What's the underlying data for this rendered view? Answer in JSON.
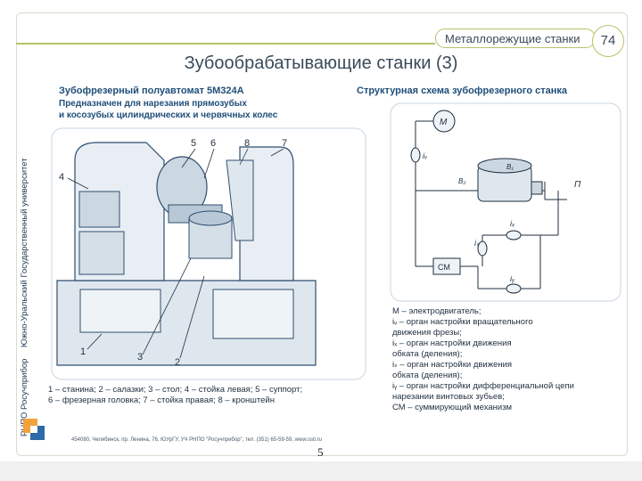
{
  "header": {
    "section": "Металлорежущие станки",
    "page_number": "74",
    "title": "Зубообрабатывающие станки (3)"
  },
  "sidebar": {
    "university": "Южно-Уральский Государственный университет",
    "publisher": "РНПО Росучприбор"
  },
  "left": {
    "heading": "Зубофрезерный полуавтомат 5М324А",
    "subtitle_1": "Предназначен для нарезания прямозубых",
    "subtitle_2": "и косозубых цилиндрических и червячных колес",
    "callouts": [
      "1",
      "2",
      "3",
      "4",
      "5",
      "6",
      "7",
      "8"
    ],
    "caption_1": "1 – станина; 2 – салазки; 3 – стол; 4 – стойка левая; 5 – суппорт;",
    "caption_2": "6 – фрезерная головка; 7 – стойка правая; 8 – кронштейн"
  },
  "right": {
    "heading": "Структурная схема зубофрезерного станка",
    "motor_label": "М",
    "cm_label": "СМ",
    "labels": {
      "iv": "iᵥ",
      "ix": "iₓ",
      "is": "iₛ",
      "iy": "iᵧ",
      "b1": "B₁",
      "b2": "B₂",
      "p": "П"
    },
    "legend": [
      "М – электродвигатель;",
      "iᵥ – орган настройки вращательного",
      "движения фрезы;",
      "iₓ – орган настройки движения",
      "обката (деления);",
      "iₛ – орган настройки движения",
      "обката (деления);",
      "iᵧ – орган настройки дифференциальной цепи",
      "нарезании винтовых зубьев;",
      "СМ – суммирующий механизм"
    ]
  },
  "footer": {
    "address": "454080, Челябинск, пр. Ленина, 76, ЮУрГУ, УЧ РНПО \"Росучприбор\", тел. (351) 65-59-59, www.ssti.ru",
    "slide_number": "5"
  },
  "colors": {
    "accent": "#b8c26a",
    "heading": "#1f4e79",
    "machine": "#c9d6e2"
  }
}
